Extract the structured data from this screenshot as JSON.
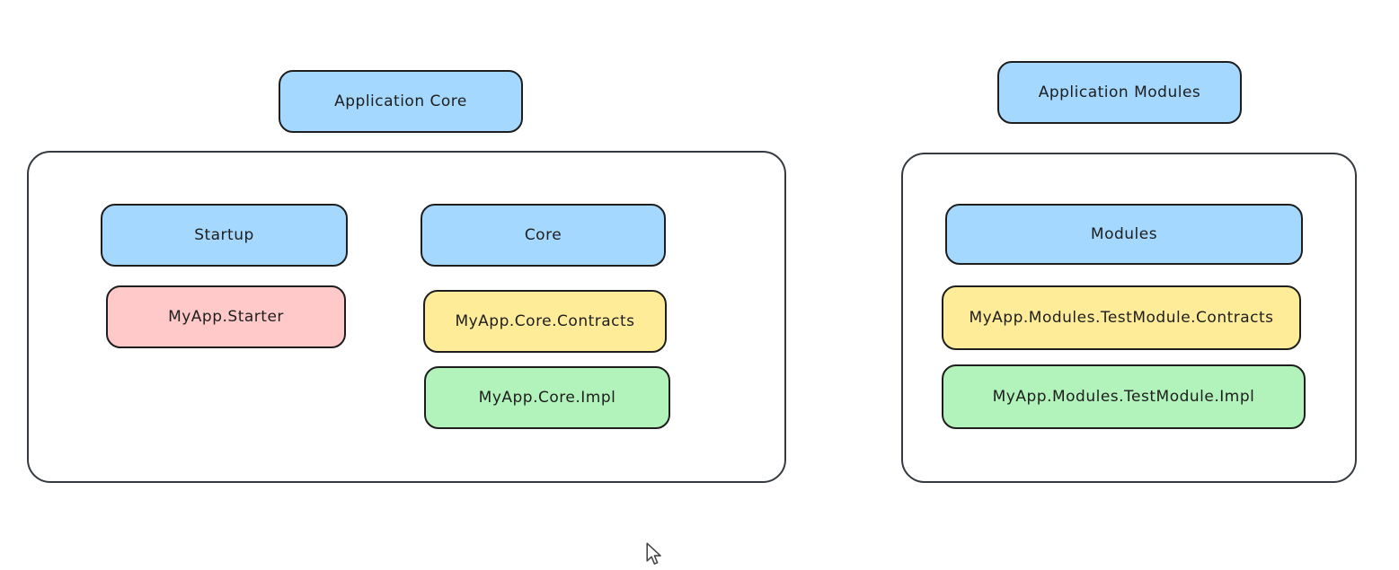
{
  "colors": {
    "blue_fill": "#a5d8ff",
    "pink_fill": "#ffc9c9",
    "yellow_fill": "#ffec99",
    "green_fill": "#b2f2bb",
    "stroke": "#1e1e1e"
  },
  "left_group": {
    "header": "Application Core",
    "startup": "Startup",
    "starter": "MyApp.Starter",
    "core": "Core",
    "contracts": "MyApp.Core.Contracts",
    "impl": "MyApp.Core.Impl"
  },
  "right_group": {
    "header": "Application Modules",
    "modules": "Modules",
    "contracts": "MyApp.Modules.TestModule.Contracts",
    "impl": "MyApp.Modules.TestModule.Impl"
  }
}
